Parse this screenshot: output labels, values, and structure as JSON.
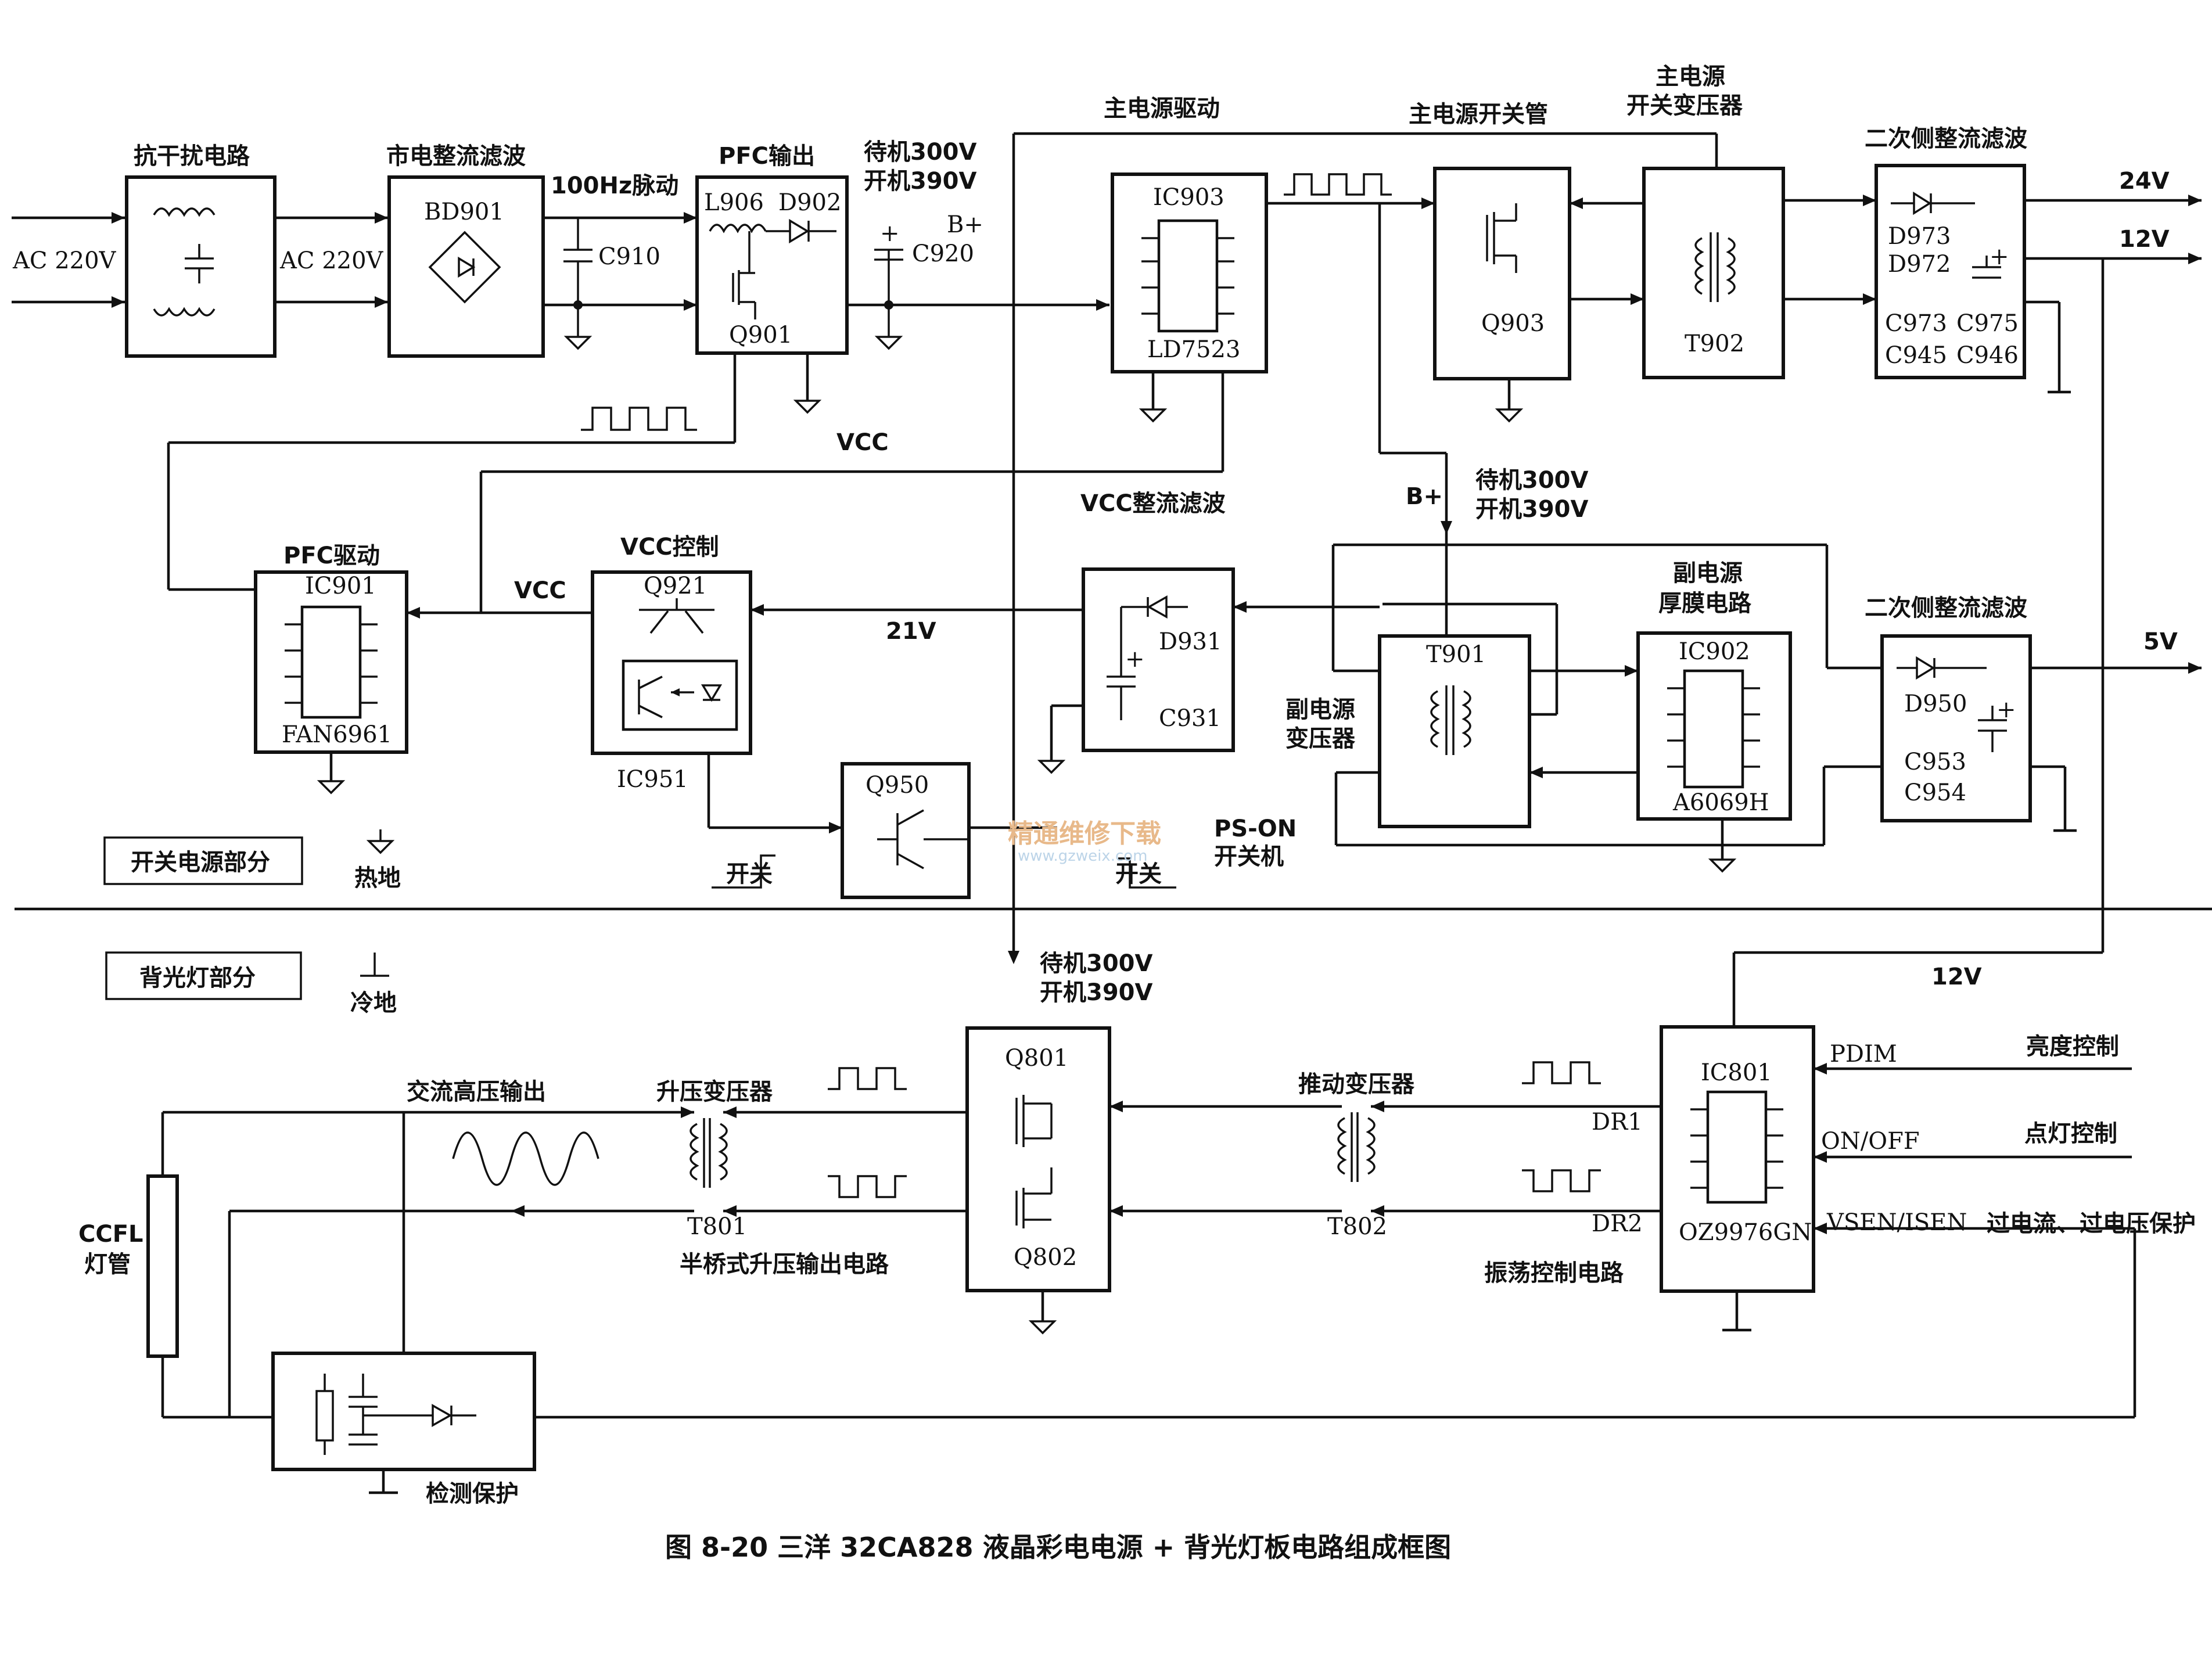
{
  "caption": "图 8-20   三洋 32CA828 液晶彩电电源 + 背光灯板电路组成框图",
  "sections": {
    "switching_power": "开关电源部分",
    "backlight": "背光灯部分",
    "hot_ground": "热地",
    "cold_ground": "冷地"
  },
  "inputs": {
    "ac_in": "AC 220V",
    "ac_mid": "AC 220V"
  },
  "blocks": {
    "emi_filter": {
      "title": "抗干扰电路"
    },
    "rectifier": {
      "title": "市电整流滤波",
      "part": "BD901",
      "cap": "C910",
      "signal": "100Hz脉动"
    },
    "pfc_output": {
      "title": "PFC输出",
      "inductor": "L906",
      "diode": "D902",
      "transistor": "Q901"
    },
    "bulk_cap": {
      "cap": "C920",
      "bplus": "B+",
      "standby": "待机300V",
      "on": "开机390V"
    },
    "main_driver": {
      "title": "主电源驱动",
      "ic": "IC903",
      "part": "LD7523"
    },
    "main_switch": {
      "title": "主电源开关管",
      "part": "Q903"
    },
    "main_transformer": {
      "title_line1": "主电源",
      "title_line2": "开关变压器",
      "part": "T902"
    },
    "secondary_main": {
      "title": "二次侧整流滤波",
      "d1": "D973",
      "d2": "D972",
      "c1": "C973",
      "c2": "C975",
      "c3": "C945",
      "c4": "C946"
    },
    "pfc_driver": {
      "title": "PFC驱动",
      "ic": "IC901",
      "part": "FAN6961"
    },
    "vcc_control": {
      "title": "VCC控制",
      "transistor": "Q921",
      "opto": "IC951"
    },
    "vcc_rectifier": {
      "title": "VCC整流滤波",
      "diode": "D931",
      "cap": "C931"
    },
    "standby_transformer": {
      "title_line1": "副电源",
      "title_line2": "变压器",
      "part": "T901"
    },
    "standby_ic": {
      "title_line1": "副电源",
      "title_line2": "厚膜电路",
      "ic": "IC902",
      "part": "A6069H"
    },
    "secondary_standby": {
      "title": "二次侧整流滤波",
      "diode": "D950",
      "c1": "C953",
      "c2": "C954"
    },
    "pson_switch": {
      "part": "Q950",
      "signal": "PS-ON",
      "signal2": "开关机",
      "switch_label": "开关"
    },
    "half_bridge": {
      "q1": "Q801",
      "q2": "Q802",
      "title": "半桥式升压输出电路"
    },
    "step_up_transformer": {
      "title": "升压变压器",
      "part": "T801"
    },
    "drive_transformer": {
      "title": "推动变压器",
      "part": "T802"
    },
    "oscillator": {
      "ic": "IC801",
      "part": "OZ9976GN",
      "title": "振荡控制电路",
      "dr1": "DR1",
      "dr2": "DR2",
      "pdim": "PDIM",
      "onoff": "ON/OFF",
      "vsen": "VSEN/ISEN"
    },
    "ccfl": {
      "line1": "CCFL",
      "line2": "灯管"
    },
    "detection": {
      "title": "检测保护"
    },
    "ac_output": {
      "title": "交流高压输出"
    }
  },
  "signals": {
    "v24": "24V",
    "v12": "12V",
    "v5": "5V",
    "v12_backlight": "12V",
    "vcc_top": "VCC",
    "vcc_left": "VCC",
    "v21": "21V",
    "bplus_mid": "B+",
    "standby_mid": "待机300V",
    "on_mid": "开机390V",
    "standby_bl": "待机300V",
    "on_bl": "开机390V",
    "brightness": "亮度控制",
    "lamp_on": "点灯控制",
    "protection": "过电流、过电压保护"
  },
  "watermark": {
    "cn": "精通维修下载",
    "url": "www.gzweix.com"
  }
}
